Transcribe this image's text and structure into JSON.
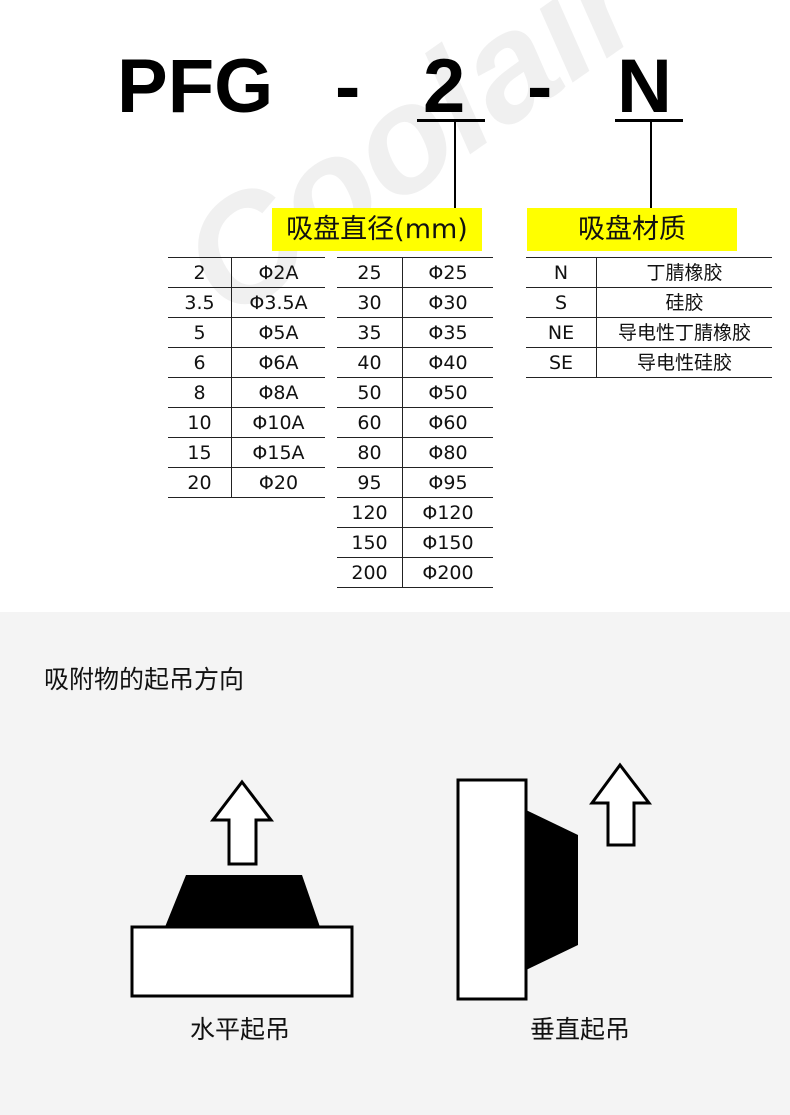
{
  "watermark": "Coolair",
  "model_code": {
    "prefix": "PFG",
    "sep1": "-",
    "size": "2",
    "sep2": "-",
    "material": "N"
  },
  "size_section": {
    "title": "吸盘直径(mm)",
    "table_left": [
      [
        "2",
        "Φ2A"
      ],
      [
        "3.5",
        "Φ3.5A"
      ],
      [
        "5",
        "Φ5A"
      ],
      [
        "6",
        "Φ6A"
      ],
      [
        "8",
        "Φ8A"
      ],
      [
        "10",
        "Φ10A"
      ],
      [
        "15",
        "Φ15A"
      ],
      [
        "20",
        "Φ20"
      ]
    ],
    "table_right": [
      [
        "25",
        "Φ25"
      ],
      [
        "30",
        "Φ30"
      ],
      [
        "35",
        "Φ35"
      ],
      [
        "40",
        "Φ40"
      ],
      [
        "50",
        "Φ50"
      ],
      [
        "60",
        "Φ60"
      ],
      [
        "80",
        "Φ80"
      ],
      [
        "95",
        "Φ95"
      ],
      [
        "120",
        "Φ120"
      ],
      [
        "150",
        "Φ150"
      ],
      [
        "200",
        "Φ200"
      ]
    ]
  },
  "material_section": {
    "title": "吸盘材质",
    "table": [
      [
        "N",
        "丁腈橡胶"
      ],
      [
        "S",
        "硅胶"
      ],
      [
        "NE",
        "导电性丁腈橡胶"
      ],
      [
        "SE",
        "导电性硅胶"
      ]
    ]
  },
  "lift_section": {
    "title": "吸附物的起吊方向",
    "horizontal_label": "水平起吊",
    "vertical_label": "垂直起吊"
  }
}
